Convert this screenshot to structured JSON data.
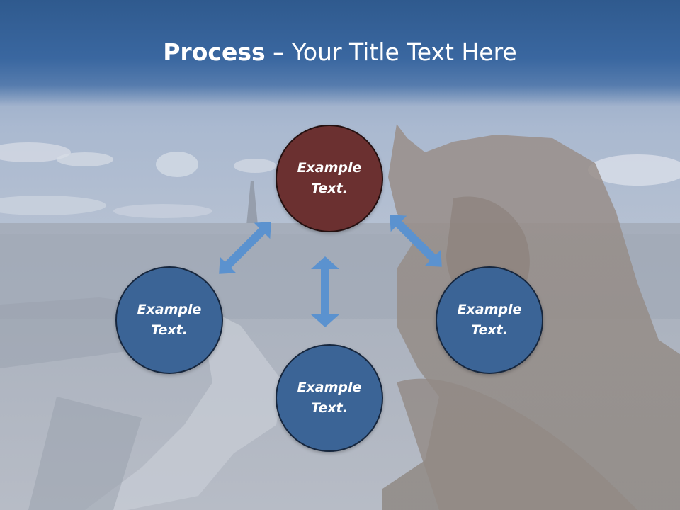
{
  "slide": {
    "title_bold": "Process",
    "title_rest": " – Your Title Text Here"
  },
  "nodes": [
    {
      "id": "top",
      "label": "Example\nText.",
      "color": "#6b3030"
    },
    {
      "id": "left",
      "label": "Example\nText.",
      "color": "#3b6496"
    },
    {
      "id": "right",
      "label": "Example\nText.",
      "color": "#3b6496"
    },
    {
      "id": "bottom",
      "label": "Example\nText.",
      "color": "#3b6496"
    }
  ],
  "colors": {
    "title_band": "#3a67a0",
    "arrow": "#5b92cf",
    "node_blue": "#3b6496",
    "node_red": "#6b3030"
  }
}
